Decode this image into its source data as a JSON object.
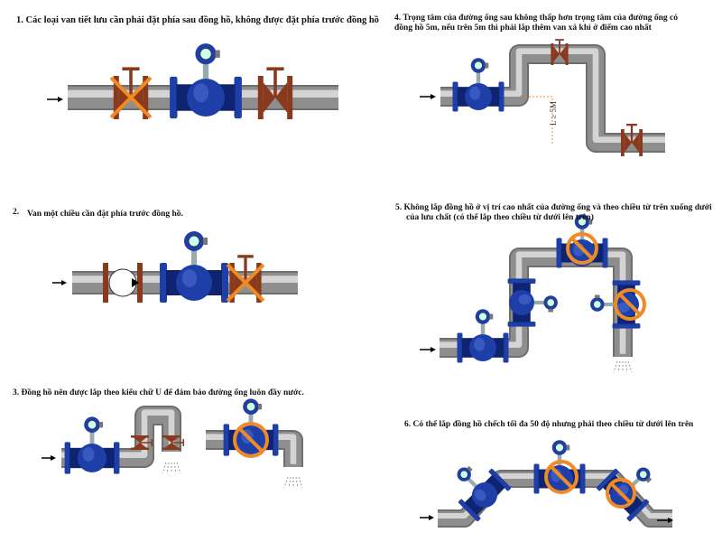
{
  "panels": [
    {
      "caption": "1.  Các loại van tiết lưu cần phải đặt phía sau đồng hồ, không được đặt phía trước đồng hồ"
    },
    {
      "caption_num": "2.",
      "caption": "Van một chiều cần đặt phía trước đồng hồ."
    },
    {
      "caption": "3. Đồng hồ nên được lắp theo kiểu chữ U để đảm  bảo đường ống luôn đầy nước."
    },
    {
      "caption_line1": "4. Trọng tâm của đường ống sau không thấp hơn trọng tâm của đường ống có",
      "caption_line2": "đồng hồ 5m, nếu trên 5m thì phải lắp thêm van xả khí ở điểm cao nhất",
      "distance_label": "L ≥ 5M"
    },
    {
      "caption_line1": "5.  Không lắp đồng hồ ở vị trí cao nhất của đường ống và theo chiều từ trên xuống dưới",
      "caption_line2": "của lưu chất (có thể lắp theo chiều từ dưới lên trên)"
    },
    {
      "caption": "6. Có thể lắp đồng hồ chếch tối đa 50 độ nhưng phải theo chiều từ dưới lên trên"
    }
  ],
  "colors": {
    "pipe": "#8e8e8e",
    "pipe_light": "#d4d4d4",
    "meter": "#1f3fa8",
    "meter_dark": "#0e2470",
    "valve": "#8a3a1c",
    "forbid": "#f08a24"
  }
}
